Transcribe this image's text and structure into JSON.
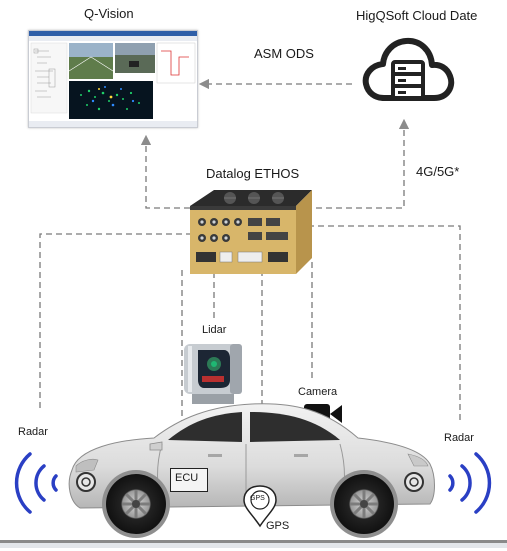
{
  "labels": {
    "qvision": "Q-Vision",
    "cloud": "HigQSoft  Cloud Date",
    "asm": "ASM ODS",
    "network": "4G/5G*",
    "datalog": "Datalog ETHOS",
    "lidar": "Lidar",
    "camera": "Camera",
    "radar_left": "Radar",
    "radar_right": "Radar",
    "ecu": "ECU",
    "gps_pin": "GPS",
    "gps": "GPS"
  },
  "colors": {
    "dashed_line": "#7a7a7a",
    "arrow": "#8c8c8c",
    "radar_wave": "#2a3fc4",
    "car_body": "#e4e4e4",
    "logger_body": "#d8b66a",
    "logger_top": "#2b2b2b",
    "cloud_icon": "#222222"
  }
}
